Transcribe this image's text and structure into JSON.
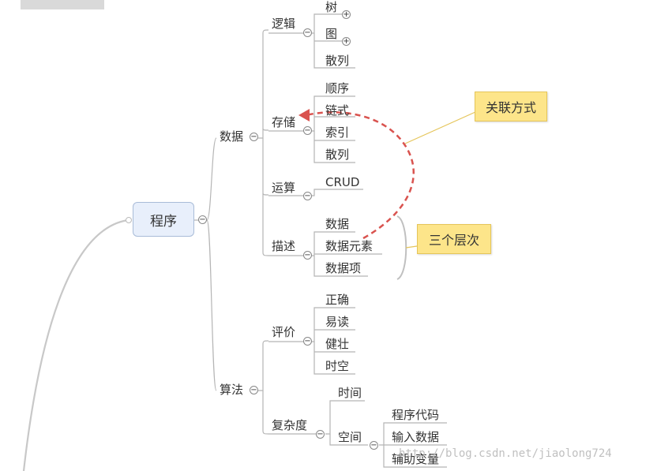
{
  "root": {
    "label": "程序"
  },
  "branches": {
    "data": {
      "label": "数据",
      "logic": {
        "label": "逻辑",
        "children": [
          "树",
          "图",
          "散列"
        ]
      },
      "storage": {
        "label": "存储",
        "children": [
          "顺序",
          "链式",
          "索引",
          "散列"
        ]
      },
      "operation": {
        "label": "运算",
        "children": [
          "CRUD"
        ]
      },
      "description": {
        "label": "描述",
        "children": [
          "数据",
          "数据元素",
          "数据项"
        ]
      }
    },
    "algorithm": {
      "label": "算法",
      "evaluation": {
        "label": "评价",
        "children": [
          "正确",
          "易读",
          "健壮",
          "时空"
        ]
      },
      "complexity": {
        "label": "复杂度",
        "time": {
          "label": "时间"
        },
        "space": {
          "label": "空间",
          "children": [
            "程序代码",
            "输入数据",
            "辅助变量"
          ]
        }
      }
    }
  },
  "callouts": {
    "relation": "关联方式",
    "three_levels": "三个层次"
  },
  "toggles": {
    "collapse": "−",
    "expand": "+"
  },
  "watermark": "http://blog.csdn.net/jiaolong724",
  "colors": {
    "line": "#b5b5b5",
    "root_fill": "#e8effb",
    "callout_fill": "#fde58a",
    "dashed_arrow": "#d9534f"
  }
}
